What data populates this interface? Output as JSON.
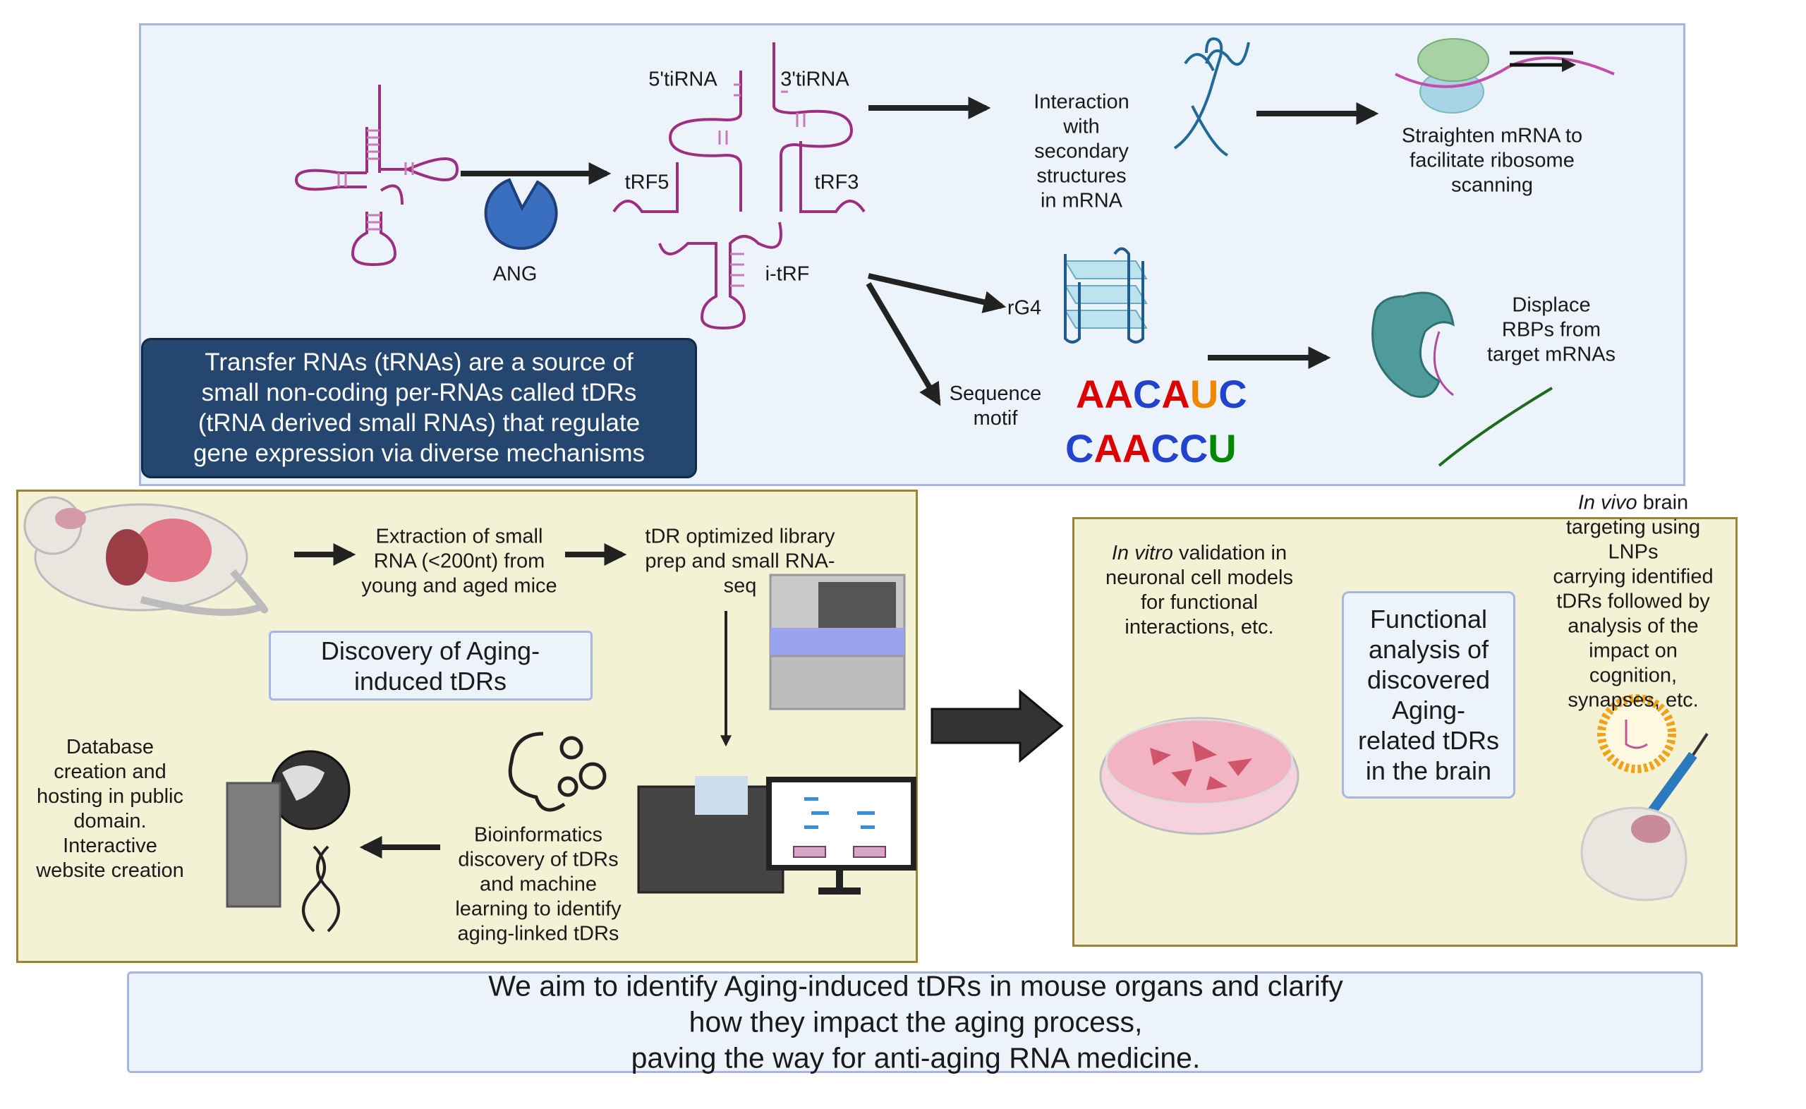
{
  "top": {
    "labels": {
      "five_tirna": "5'tiRNA",
      "three_tirna": "3'tiRNA",
      "trf5": "tRF5",
      "trf3": "tRF3",
      "ang": "ANG",
      "i_trf": "i-tRF",
      "rg4": "rG4",
      "sequence_motif": "Sequence\nmotif"
    },
    "interaction": "Interaction\nwith\nsecondary\nstructures\nin mRNA",
    "straighten": "Straighten mRNA to\nfacilitate ribosome\nscanning",
    "displace": "Displace\nRBPs from\ntarget mRNAs",
    "summary": "Transfer RNAs (tRNAs) are a source of\nsmall non-coding per-RNAs called tDRs\n(tRNA derived small RNAs) that regulate\ngene expression via diverse mechanisms",
    "motifs": [
      "AACAUC",
      "CAACCU"
    ]
  },
  "left": {
    "extraction": "Extraction of small\nRNA (<200nt) from\nyoung and aged mice",
    "library": "tDR optimized library\nprep and small RNA-\nseq",
    "discovery_title": "Discovery of Aging-\ninduced tDRs",
    "database": "Database\ncreation and\nhosting in public\ndomain.\nInteractive\nwebsite creation",
    "bioinformatics": "Bioinformatics\ndiscovery of tDRs\nand machine\nlearning to identify\naging-linked tDRs"
  },
  "right": {
    "in_vitro_italic": "In vitro",
    "in_vitro_rest": " validation in\nneuronal cell models\nfor functional\ninteractions, etc.",
    "functional_title": "Functional\nanalysis of\ndiscovered\nAging-\nrelated tDRs\nin the brain",
    "in_vivo_italic": "In vivo",
    "in_vivo_rest": " brain\ntargeting using LNPs\ncarrying identified\ntDRs followed by\nanalysis of the\nimpact on cognition,\nsynapses, etc."
  },
  "bottom": {
    "aim": "We aim to identify Aging-induced tDRs in mouse organs and clarify how they impact the aging process,\npaving the way for anti-aging RNA medicine."
  },
  "colors": {
    "trna": "#9c2f7f",
    "ang": "#3a6fbf",
    "dark_box": "#24466f",
    "panel_blue": "#edf3fb",
    "panel_yellow": "#f4f2d5",
    "arrow": "#222222"
  }
}
